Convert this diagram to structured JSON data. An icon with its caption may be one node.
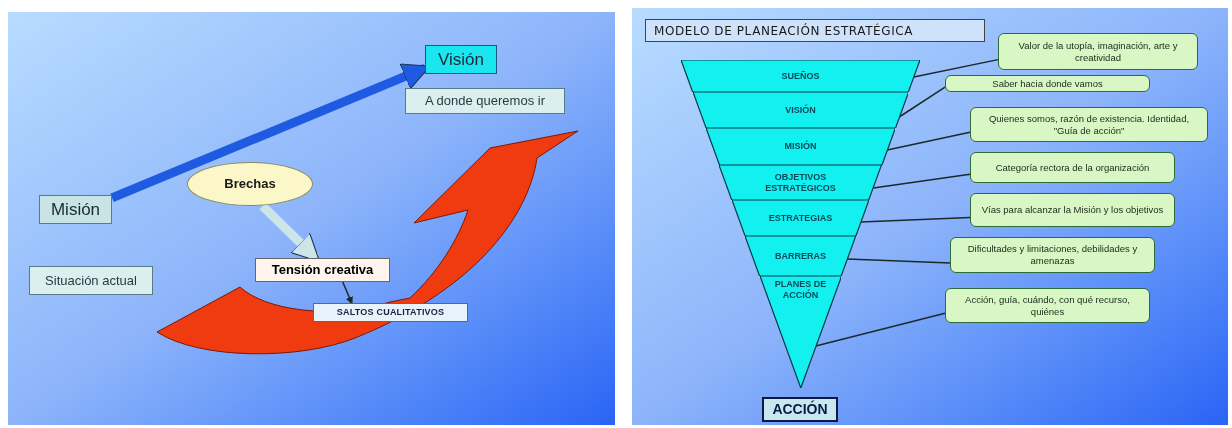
{
  "diagram": {
    "title": "MODELO DE PLANEACIÓN ESTRATÉGICA",
    "nodes": [
      {
        "text": [
          "Visión"
        ]
      },
      {
        "text": [
          "A donde queremos ir"
        ]
      },
      {
        "text": [
          "Brechas"
        ]
      },
      {
        "text": [
          "Misión"
        ]
      },
      {
        "text": [
          "Situación actual"
        ]
      },
      {
        "text": [
          "Tensión creativa"
        ]
      },
      {
        "text": [
          "SALTOS CUALITATIVOS"
        ]
      },
      {
        "text": [
          "SUEÑOS"
        ]
      },
      {
        "text": [
          "VISIÓN"
        ]
      },
      {
        "text": [
          "MISIÓN"
        ]
      },
      {
        "text": [
          "OBJETIVOS ESTRATÉGICOS"
        ]
      },
      {
        "text": [
          "ESTRATEGIAS"
        ]
      },
      {
        "text": [
          "BARRERAS"
        ]
      },
      {
        "text": [
          "PLANES DE ACCIÓN"
        ]
      },
      {
        "text": [
          "ACCIÓN"
        ]
      },
      {
        "text": [
          "Valor de la utopía, imaginación, arte y creatividad"
        ]
      },
      {
        "text": [
          "Saber hacia donde vamos"
        ]
      },
      {
        "text": [
          "Quienes somos, razón de existencia. Identidad, \"Guía de acción\""
        ]
      },
      {
        "text": [
          "Categoría rectora de la organización"
        ]
      },
      {
        "text": [
          "Vías para alcanzar la Misión y los objetivos"
        ]
      },
      {
        "text": [
          "Dificultades y limitaciones, debilidades y amenazas"
        ]
      },
      {
        "text": [
          "Acción, guía, cuándo, con qué recurso, quiénes"
        ]
      }
    ],
    "edges": [
      {
        "from": 3,
        "to": 0,
        "arrow": "to",
        "style": "thick",
        "color": "#1e5be0"
      },
      {
        "from": 2,
        "to": 5,
        "arrow": "to",
        "style": "thick",
        "color": "#cde4e8"
      },
      {
        "from": 5,
        "to": 6,
        "arrow": "to"
      },
      {
        "from": 15,
        "to": 7,
        "arrow": "none"
      },
      {
        "from": 16,
        "to": 8,
        "arrow": "none"
      },
      {
        "from": 17,
        "to": 9,
        "arrow": "none"
      },
      {
        "from": 18,
        "to": 10,
        "arrow": "none"
      },
      {
        "from": 19,
        "to": 11,
        "arrow": "none"
      },
      {
        "from": 20,
        "to": 12,
        "arrow": "none"
      },
      {
        "from": 21,
        "to": 13,
        "arrow": "none"
      }
    ]
  }
}
